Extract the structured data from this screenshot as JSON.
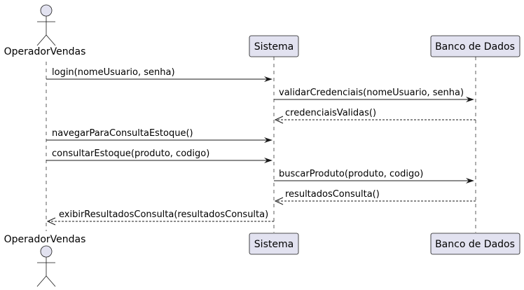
{
  "participants": [
    {
      "id": "operador",
      "label": "OperadorVendas",
      "kind": "actor"
    },
    {
      "id": "sistema",
      "label": "Sistema",
      "kind": "participant"
    },
    {
      "id": "banco",
      "label": "Banco de Dados",
      "kind": "participant"
    }
  ],
  "messages": [
    {
      "from": "operador",
      "to": "sistema",
      "label": "login(nomeUsuario, senha)",
      "style": "sync"
    },
    {
      "from": "sistema",
      "to": "banco",
      "label": "validarCredenciais(nomeUsuario, senha)",
      "style": "sync"
    },
    {
      "from": "banco",
      "to": "sistema",
      "label": "credenciaisValidas()",
      "style": "return"
    },
    {
      "from": "operador",
      "to": "sistema",
      "label": "navegarParaConsultaEstoque()",
      "style": "sync"
    },
    {
      "from": "operador",
      "to": "sistema",
      "label": "consultarEstoque(produto, codigo)",
      "style": "sync"
    },
    {
      "from": "sistema",
      "to": "banco",
      "label": "buscarProduto(produto, codigo)",
      "style": "sync"
    },
    {
      "from": "banco",
      "to": "sistema",
      "label": "resultadosConsulta()",
      "style": "return"
    },
    {
      "from": "sistema",
      "to": "operador",
      "label": "exibirResultadosConsulta(resultadosConsulta)",
      "style": "return"
    }
  ],
  "colors": {
    "participant_fill": "#e2e2f0",
    "participant_stroke": "#181818",
    "lifeline": "#181818",
    "arrow": "#181818"
  }
}
